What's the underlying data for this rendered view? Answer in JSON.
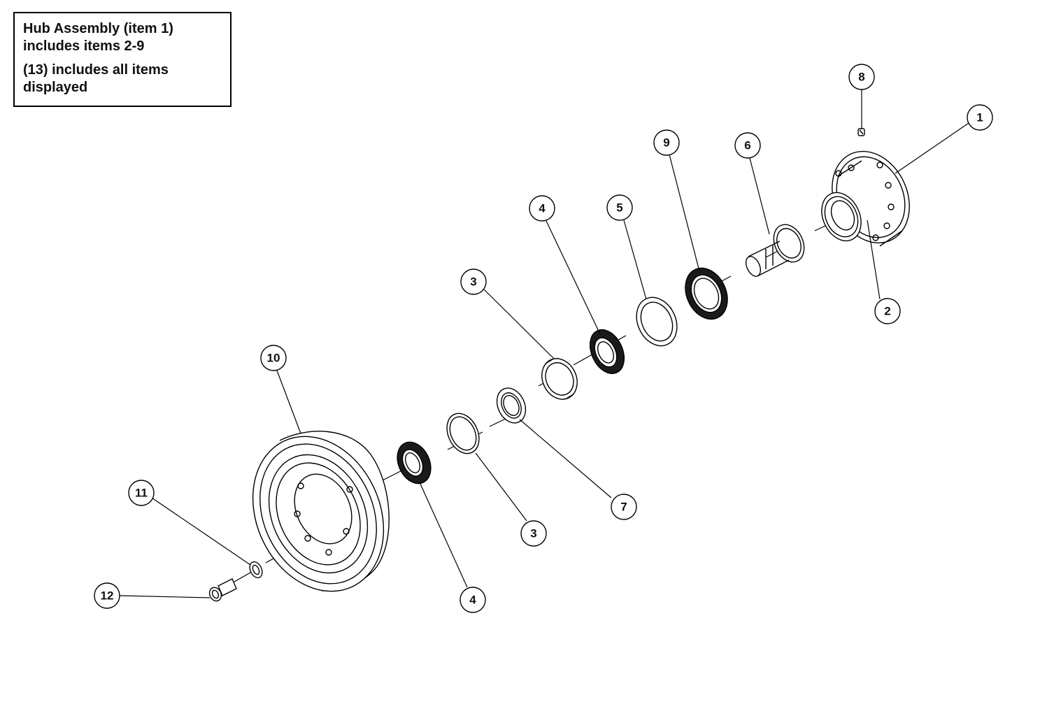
{
  "note": {
    "line1": "Hub Assembly (item 1) includes items 2-9",
    "line2": "(13) includes all items displayed"
  },
  "callouts": [
    {
      "id": "c8",
      "label": "8"
    },
    {
      "id": "c1",
      "label": "1"
    },
    {
      "id": "c9",
      "label": "9"
    },
    {
      "id": "c6",
      "label": "6"
    },
    {
      "id": "c4a",
      "label": "4"
    },
    {
      "id": "c5",
      "label": "5"
    },
    {
      "id": "c2",
      "label": "2"
    },
    {
      "id": "c3a",
      "label": "3"
    },
    {
      "id": "c10",
      "label": "10"
    },
    {
      "id": "c11",
      "label": "11"
    },
    {
      "id": "c7",
      "label": "7"
    },
    {
      "id": "c3b",
      "label": "3"
    },
    {
      "id": "c12",
      "label": "12"
    },
    {
      "id": "c4b",
      "label": "4"
    }
  ],
  "colors": {
    "line": "#000000",
    "paper": "#ffffff",
    "fill_dark": "#1a1a1a"
  }
}
